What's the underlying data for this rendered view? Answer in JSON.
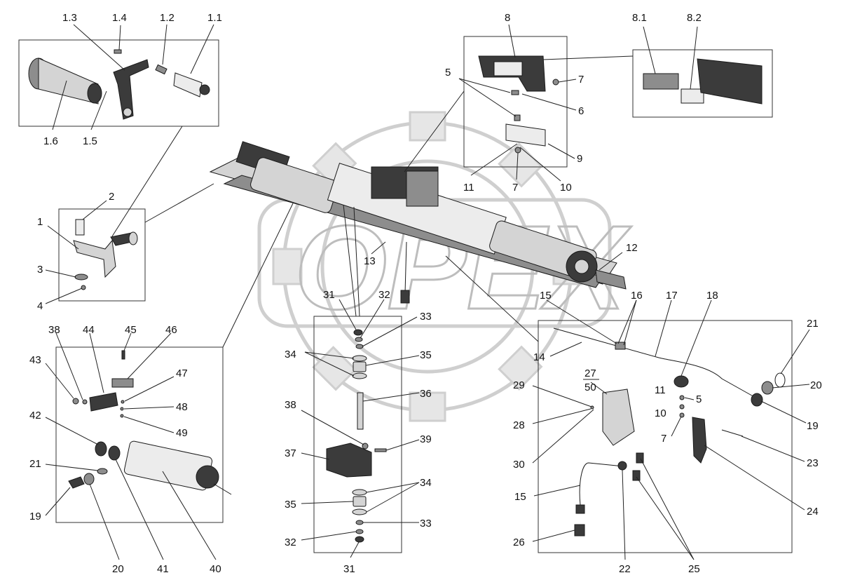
{
  "watermark": {
    "text": "OPEX"
  },
  "labels": {
    "l1_1": "1.1",
    "l1_2": "1.2",
    "l1_3": "1.3",
    "l1_4": "1.4",
    "l1_5": "1.5",
    "l1_6": "1.6",
    "l8": "8",
    "l8_1": "8.1",
    "l8_2": "8.2",
    "l5a": "5",
    "l7a": "7",
    "l6": "6",
    "l9": "9",
    "l11a": "11",
    "l7b": "7",
    "l10a": "10",
    "l2": "2",
    "l1": "1",
    "l3": "3",
    "l4": "4",
    "l12": "12",
    "l13": "13",
    "l31a": "31",
    "l32a": "32",
    "l33a": "33",
    "l34a": "34",
    "l35a": "35",
    "l36": "36",
    "l38b": "38",
    "l39": "39",
    "l37": "37",
    "l34b": "34",
    "l35b": "35",
    "l33b": "33",
    "l32b": "32",
    "l31b": "31",
    "l15a": "15",
    "l16": "16",
    "l17": "17",
    "l18": "18",
    "l21b": "21",
    "l14": "14",
    "l27": "27",
    "l50": "50",
    "l29": "29",
    "l28": "28",
    "l30": "30",
    "l11b": "11",
    "l5b": "5",
    "l10b": "10",
    "l7c": "7",
    "l20b": "20",
    "l19b": "19",
    "l23": "23",
    "l24": "24",
    "l15b": "15",
    "l26": "26",
    "l22": "22",
    "l25": "25",
    "l38a": "38",
    "l44": "44",
    "l45": "45",
    "l46": "46",
    "l43": "43",
    "l47": "47",
    "l48": "48",
    "l49": "49",
    "l42": "42",
    "l21a": "21",
    "l19a": "19",
    "l20a": "20",
    "l41": "41",
    "l40": "40"
  }
}
